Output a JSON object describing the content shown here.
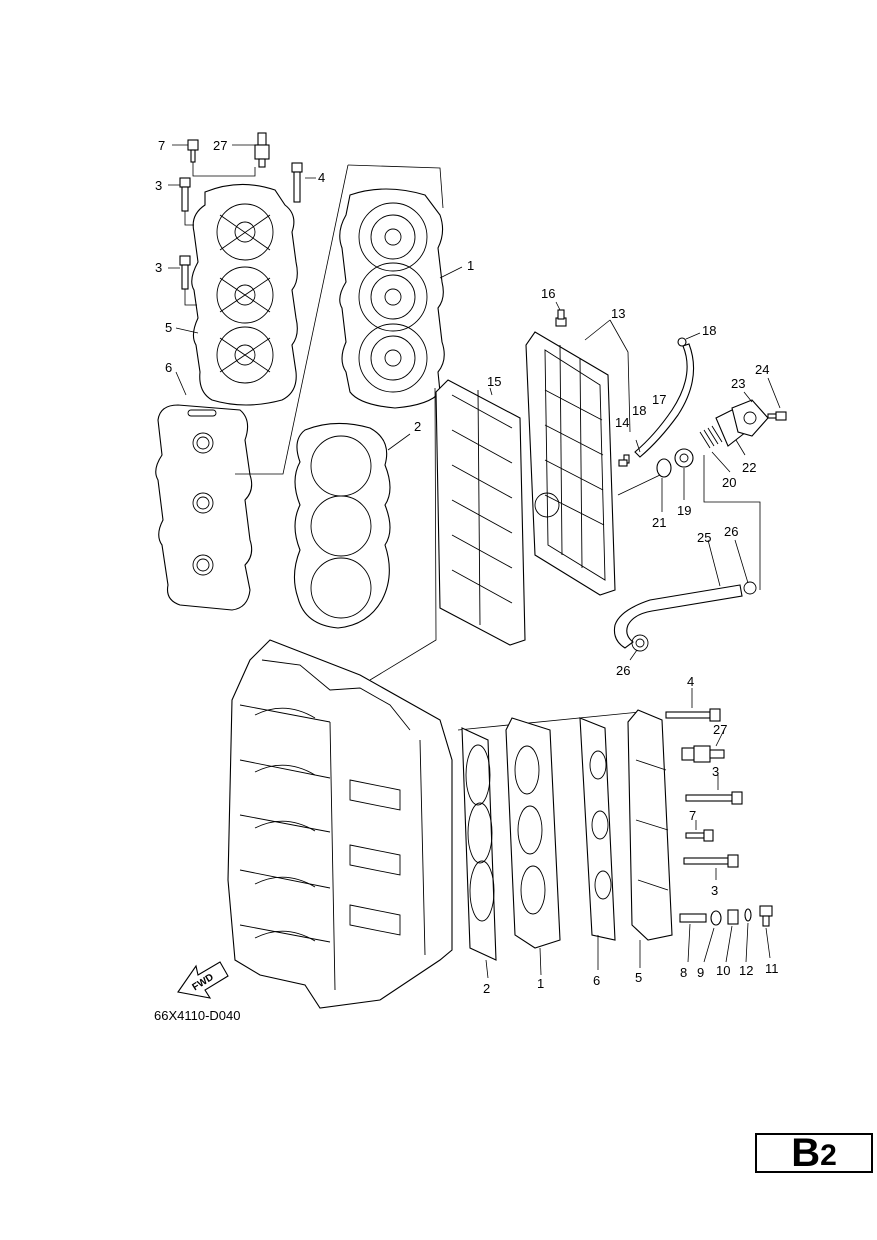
{
  "drawing_code": "66X4110-D040",
  "page_badge": {
    "letter": "B",
    "number": "2"
  },
  "fwd_label": "FWD",
  "callouts": {
    "c7a": "7",
    "c27a": "27",
    "c4a": "4",
    "c3a": "3",
    "c3b": "3",
    "c5a": "5",
    "c6a": "6",
    "c1a": "1",
    "c2a": "2",
    "c16": "16",
    "c13": "13",
    "c18a": "18",
    "c15": "15",
    "c14": "14",
    "c18b": "18",
    "c17": "17",
    "c23": "23",
    "c24": "24",
    "c22": "22",
    "c20": "20",
    "c21": "21",
    "c19": "19",
    "c25": "25",
    "c26a": "26",
    "c26b": "26",
    "c4b": "4",
    "c27b": "27",
    "c3c": "3",
    "c7b": "7",
    "c3d": "3",
    "c2b": "2",
    "c1b": "1",
    "c6b": "6",
    "c5b": "5",
    "c8": "8",
    "c9": "9",
    "c10": "10",
    "c12": "12",
    "c11": "11"
  }
}
